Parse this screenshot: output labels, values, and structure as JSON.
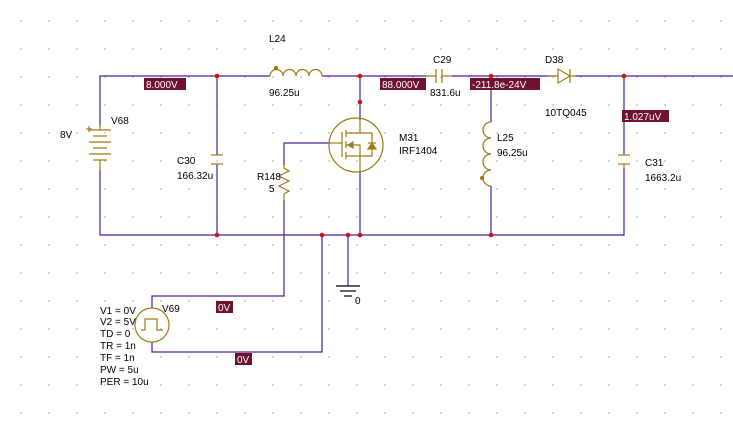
{
  "colors": {
    "wire": "#4a1fa0",
    "part": "#a07b12",
    "node": "#d11010",
    "marker_bg": "#6e1230",
    "marker_fg": "#ffffff"
  },
  "sources": {
    "v68": {
      "ref": "V68",
      "value": "8V"
    },
    "v69": {
      "ref": "V69",
      "params": [
        "V1 = 0V",
        "V2 = 5V",
        "TD = 0",
        "TR = 1n",
        "TF = 1n",
        "PW = 5u",
        "PER = 10u"
      ]
    }
  },
  "parts": {
    "l24": {
      "ref": "L24",
      "value": "96.25u"
    },
    "c29": {
      "ref": "C29",
      "value": "831.6u"
    },
    "d38": {
      "ref": "D38",
      "value": "10TQ045"
    },
    "m31": {
      "ref": "M31",
      "value": "IRF1404"
    },
    "l25": {
      "ref": "L25",
      "value": "96.25u"
    },
    "c30": {
      "ref": "C30",
      "value": "166.32u"
    },
    "c31": {
      "ref": "C31",
      "value": "1663.2u"
    },
    "r148": {
      "ref": "R148",
      "value": "5"
    },
    "ground": {
      "label": "0"
    }
  },
  "voltage_markers": {
    "input_node": "8.000V",
    "switch_node": "88.000V",
    "l25_node": "-211.8e-24V",
    "output_node": "1.027uV",
    "pulse_plus": "0V",
    "pulse_minus": "0V"
  }
}
